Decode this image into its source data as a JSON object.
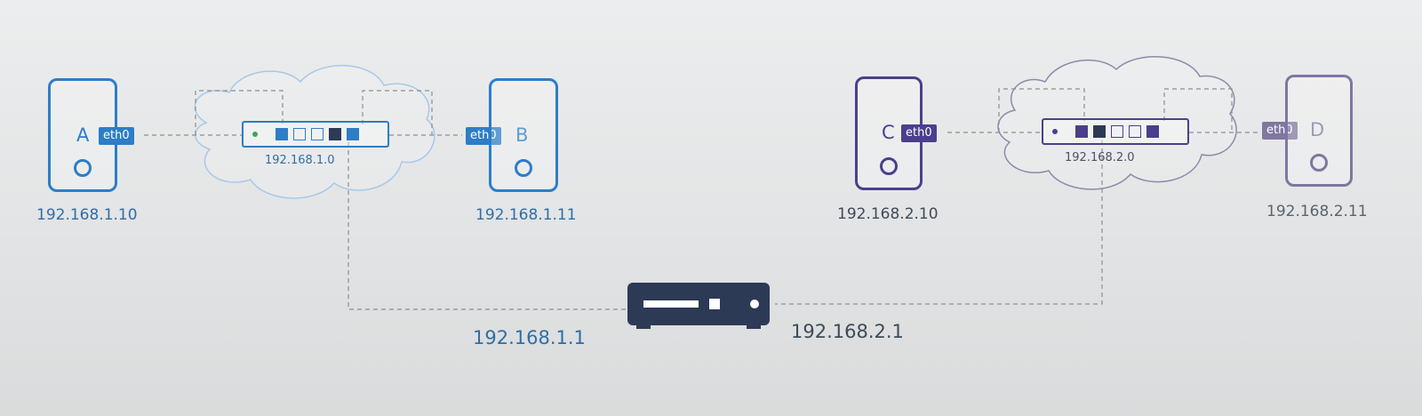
{
  "colors": {
    "blue": "#2d7dc7",
    "purple": "#4b3f8c",
    "lavender": "#7f779f",
    "router": "#2c3a55",
    "link": "#8a8f96"
  },
  "icons": {
    "host": "computer-tower-icon",
    "network": "cloud-icon",
    "switch": "network-switch-icon",
    "router": "router-icon"
  },
  "hosts": {
    "a": {
      "letter": "A",
      "iface": "eth0",
      "ip": "192.168.1.10"
    },
    "b": {
      "letter": "B",
      "iface": "eth0",
      "ip": "192.168.1.11"
    },
    "c": {
      "letter": "C",
      "iface": "eth0",
      "ip": "192.168.2.10"
    },
    "d": {
      "letter": "D",
      "iface": "eth0",
      "ip": "192.168.2.11"
    }
  },
  "networks": {
    "left": {
      "address": "192.168.1.0"
    },
    "right": {
      "address": "192.168.2.0"
    }
  },
  "router": {
    "left_ip": "192.168.1.1",
    "right_ip": "192.168.2.1"
  }
}
